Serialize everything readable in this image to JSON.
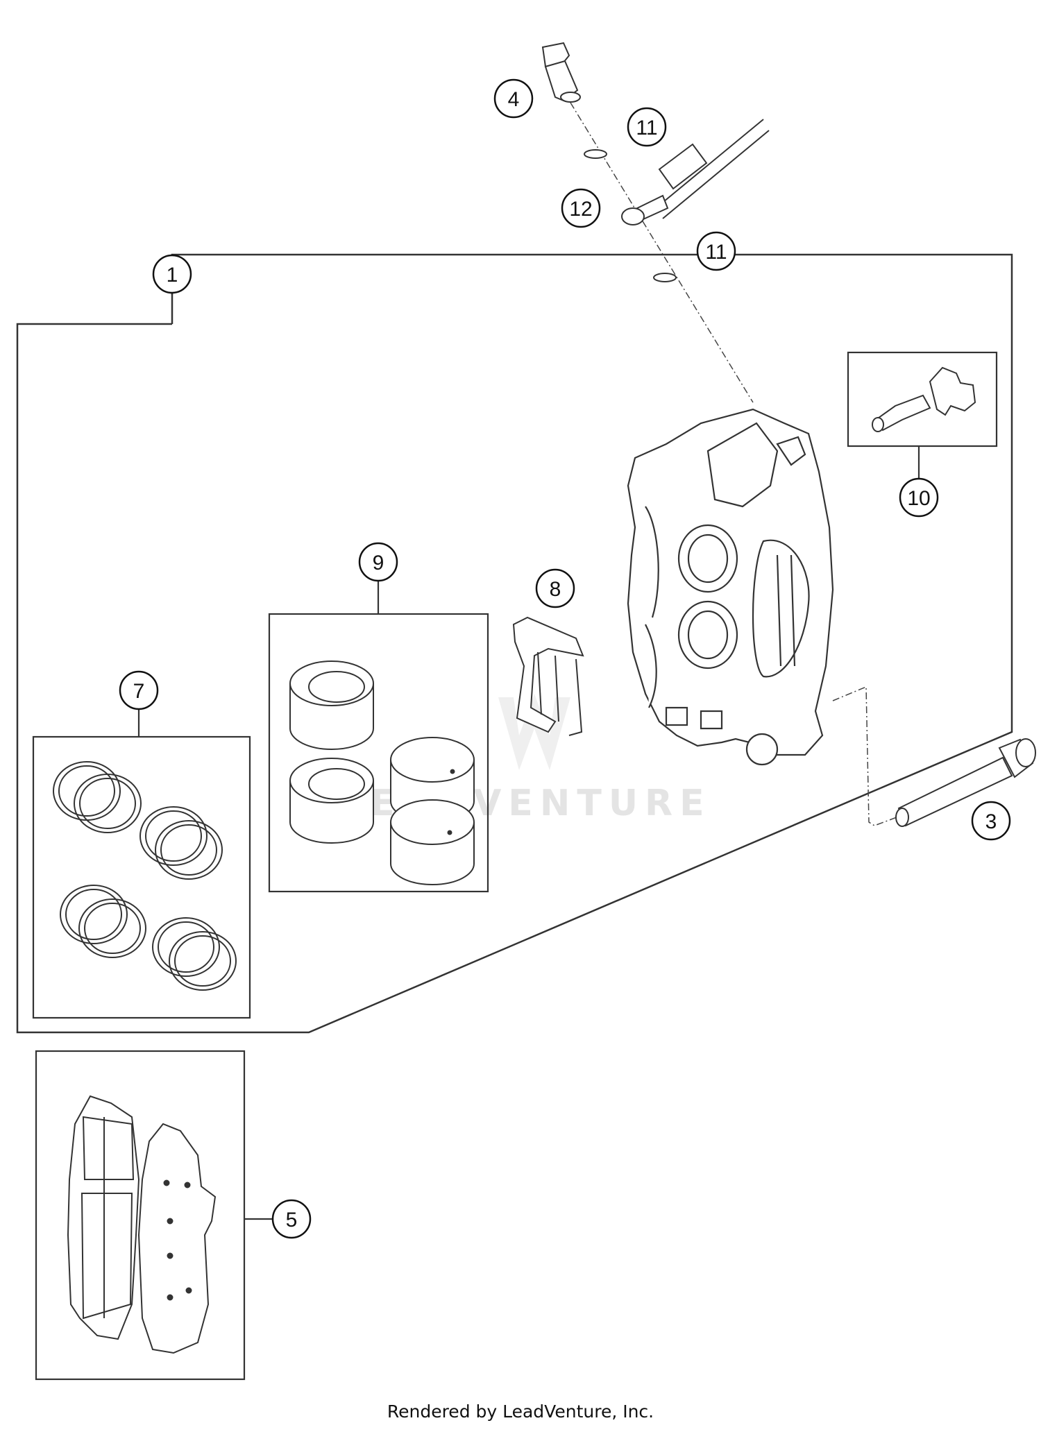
{
  "diagram": {
    "callouts": {
      "c1": "1",
      "c3": "3",
      "c4": "4",
      "c5": "5",
      "c7": "7",
      "c8": "8",
      "c9": "9",
      "c10": "10",
      "c11a": "11",
      "c11b": "11",
      "c12": "12"
    },
    "watermark": "LEADVENTURE"
  },
  "footer": {
    "credit": "Rendered by LeadVenture, Inc."
  }
}
